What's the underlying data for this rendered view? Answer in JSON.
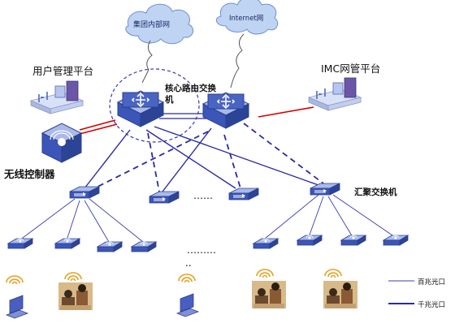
{
  "clouds": {
    "group_intranet": "集团内部网",
    "internet": "Internet网"
  },
  "labels": {
    "user_mgmt_platform": "用户管理平台",
    "imc_platform": "IMC网管平台",
    "core_switch_line1": "核心路由交换",
    "core_switch_line2": "机",
    "wireless_controller": "无线控制器",
    "aggregation_switch": "汇聚交换机",
    "ellipsis_switches": "……",
    "ellipsis_aps": "………",
    "ellipsis_aps2": "..",
    "legend_100m": "百兆光口",
    "legend_1000m": "千兆光口"
  },
  "colors": {
    "link_thin": "#3b3bb5",
    "link_thick": "#2a2aa5",
    "link_red": "#d40000",
    "device_blue": "#3b56b8",
    "device_light": "#a9b9ea",
    "cloud_fill": "#bfd3f3"
  },
  "icons": {
    "core_switch": "core-router-switch-icon",
    "access_switch": "access-switch-icon",
    "access_point": "wireless-ap-icon",
    "server": "server-icon",
    "laptop": "laptop-icon",
    "wifi": "wifi-signal-icon",
    "users": "users-photo-icon"
  }
}
